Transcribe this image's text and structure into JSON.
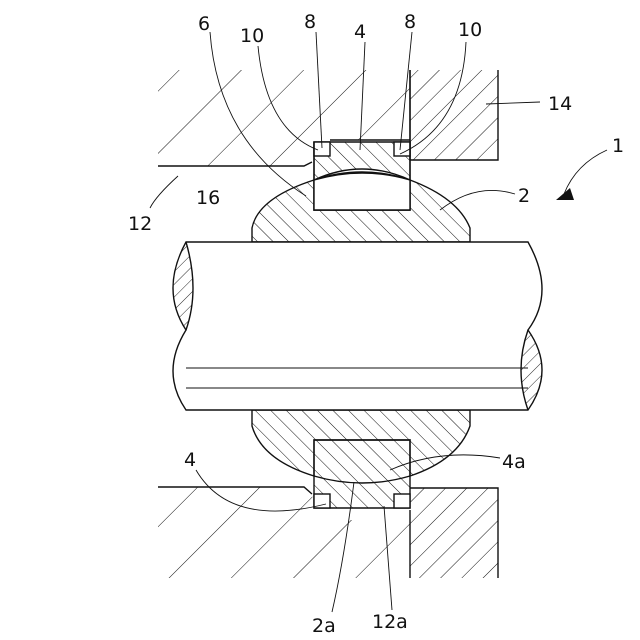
{
  "labels": {
    "l1": "1",
    "l2": "2",
    "l4_top": "4",
    "l4_bottom": "4",
    "l4a": "4a",
    "l6": "6",
    "l8_left": "8",
    "l8_right": "8",
    "l10_left": "10",
    "l10_right": "10",
    "l12": "12",
    "l12a": "12a",
    "l14": "14",
    "l16": "16",
    "l2a": "2a"
  }
}
